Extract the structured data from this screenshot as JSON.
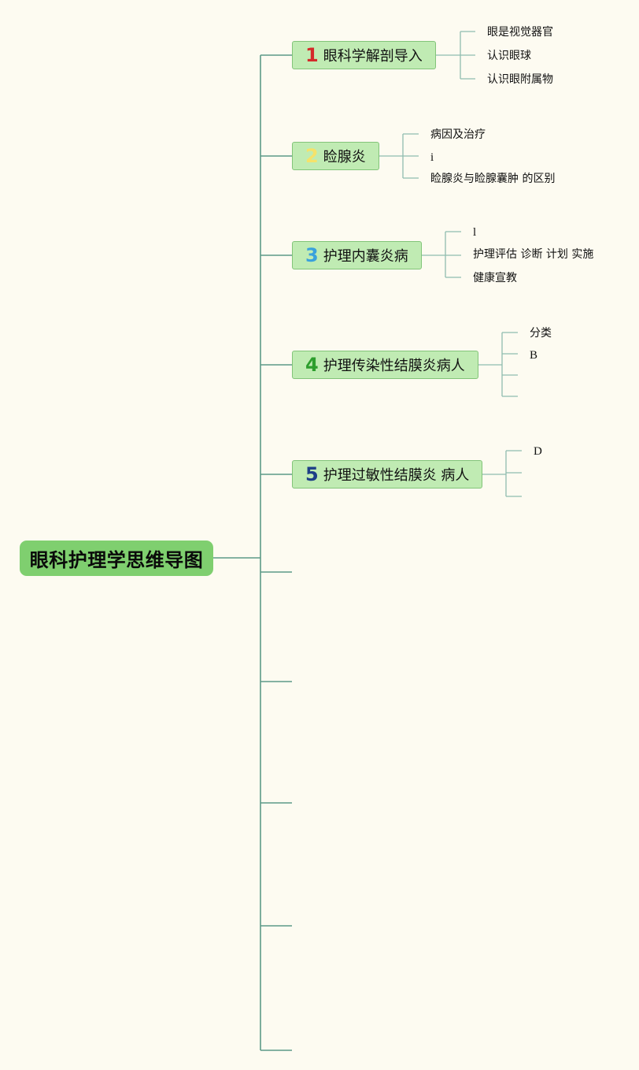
{
  "root": {
    "title": "眼科护理学思维导图"
  },
  "branches": [
    {
      "number": "1",
      "number_color": "#d42a2a",
      "label": "眼科学解剖导入",
      "children": [
        "眼是视觉器官",
        "认识眼球",
        "认识眼附属物"
      ]
    },
    {
      "number": "2",
      "number_color": "#f5e26a",
      "label": "睑腺炎",
      "children": [
        "病因及治疗",
        "i",
        "睑腺炎与睑腺囊肿 的区别"
      ]
    },
    {
      "number": "3",
      "number_color": "#3aa1dc",
      "label": "护理内囊炎病",
      "children": [
        "l",
        "护理评估 诊断 计划 实施",
        "健康宣教"
      ]
    },
    {
      "number": "4",
      "number_color": "#2d9e2d",
      "label": "护理传染性结膜炎病人",
      "children": [
        "分类",
        "B",
        "",
        ""
      ]
    },
    {
      "number": "5",
      "number_color": "#1e3f87",
      "label": "护理过敏性结膜炎 病人",
      "children": [
        "D",
        "",
        ""
      ]
    }
  ],
  "colors": {
    "background": "#fdfbf1",
    "root_fill": "#7fcf6f",
    "branch_fill": "#c0ebb3",
    "connector": "#5d9a87"
  }
}
